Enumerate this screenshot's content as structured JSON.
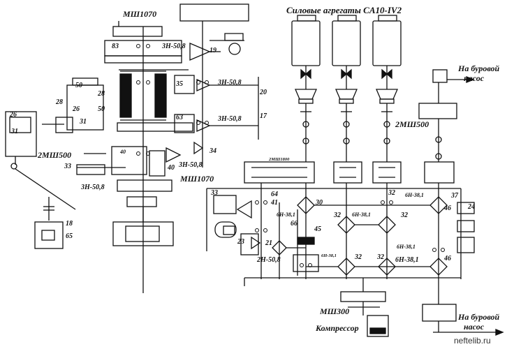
{
  "header": {
    "title": "Силовые агрегаты  CA10-IV2"
  },
  "units": {
    "msh1070_top": "МШ1070",
    "msh1070_bottom": "МШ1070",
    "msh500_left": "2МШ500",
    "msh500_right": "2МШ500",
    "msh1800": "2МШ1800",
    "msh300": "МШ300",
    "compressor": "Компрессор"
  },
  "outputs": {
    "pump_top": [
      "На буровой",
      "насос"
    ],
    "pump_bottom": [
      "На буровой",
      "насос"
    ]
  },
  "chains": {
    "c1": "3Н-50,8",
    "c2": "3Н-50,8",
    "c3": "3Н-50,8",
    "c4": "3Н-50,8",
    "c5": "3Н-50,8",
    "c6": "2Н-50,8",
    "c7": "6Н-38,1",
    "c8": "6Н-38,1",
    "c9": "6Н-38,1",
    "c10": "6Н-38,1",
    "c11": "6Н-38,1",
    "c12": "6Н-38,1"
  },
  "numbers": {
    "n83": "83",
    "n19": "19",
    "n35": "35",
    "n20": "20",
    "n63": "63",
    "n17": "17",
    "n34": "34",
    "n40a": "40",
    "n40b": "40",
    "n33a": "33",
    "n33b": "33",
    "n26a": "26",
    "n26b": "26",
    "n31a": "31",
    "n31b": "31",
    "n28a": "28",
    "n28b": "28",
    "n50a": "50",
    "n50b": "50",
    "n18": "18",
    "n65": "65",
    "n64": "64",
    "n41": "41",
    "n66": "66",
    "n30": "30",
    "n45": "45",
    "n23": "23",
    "n21": "21",
    "n32a": "32",
    "n32b": "32",
    "n32c": "32",
    "n32d": "32",
    "n32e": "32",
    "n37": "37",
    "n46a": "46",
    "n46b": "46",
    "n24": "24"
  },
  "watermark": "neftelib.ru"
}
